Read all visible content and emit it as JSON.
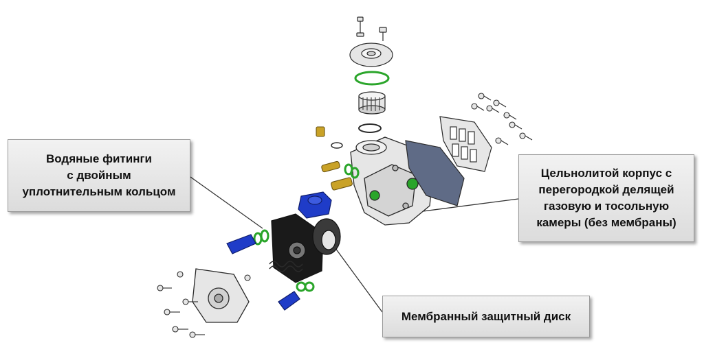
{
  "callouts": {
    "water_fittings": "Водяные фитинги\nс двойным\nуплотнительным кольцом",
    "cast_body": "Цельнолитой корпус с\nперегородкой делящей\nгазовую и тосольную\nкамеры (без мембраны)",
    "membrane_disc": "Мембранный защитный диск"
  },
  "colors": {
    "part_fill": "#e6e6e6",
    "part_stroke": "#2a2a2a",
    "o_ring": "#2aa52a",
    "blue_part": "#1f3cc8",
    "brass": "#c9a227",
    "gasket": "#5f6b86",
    "callout_bg": "#e6e6e6"
  },
  "icons": [
    "exploded-assembly-drawing"
  ]
}
